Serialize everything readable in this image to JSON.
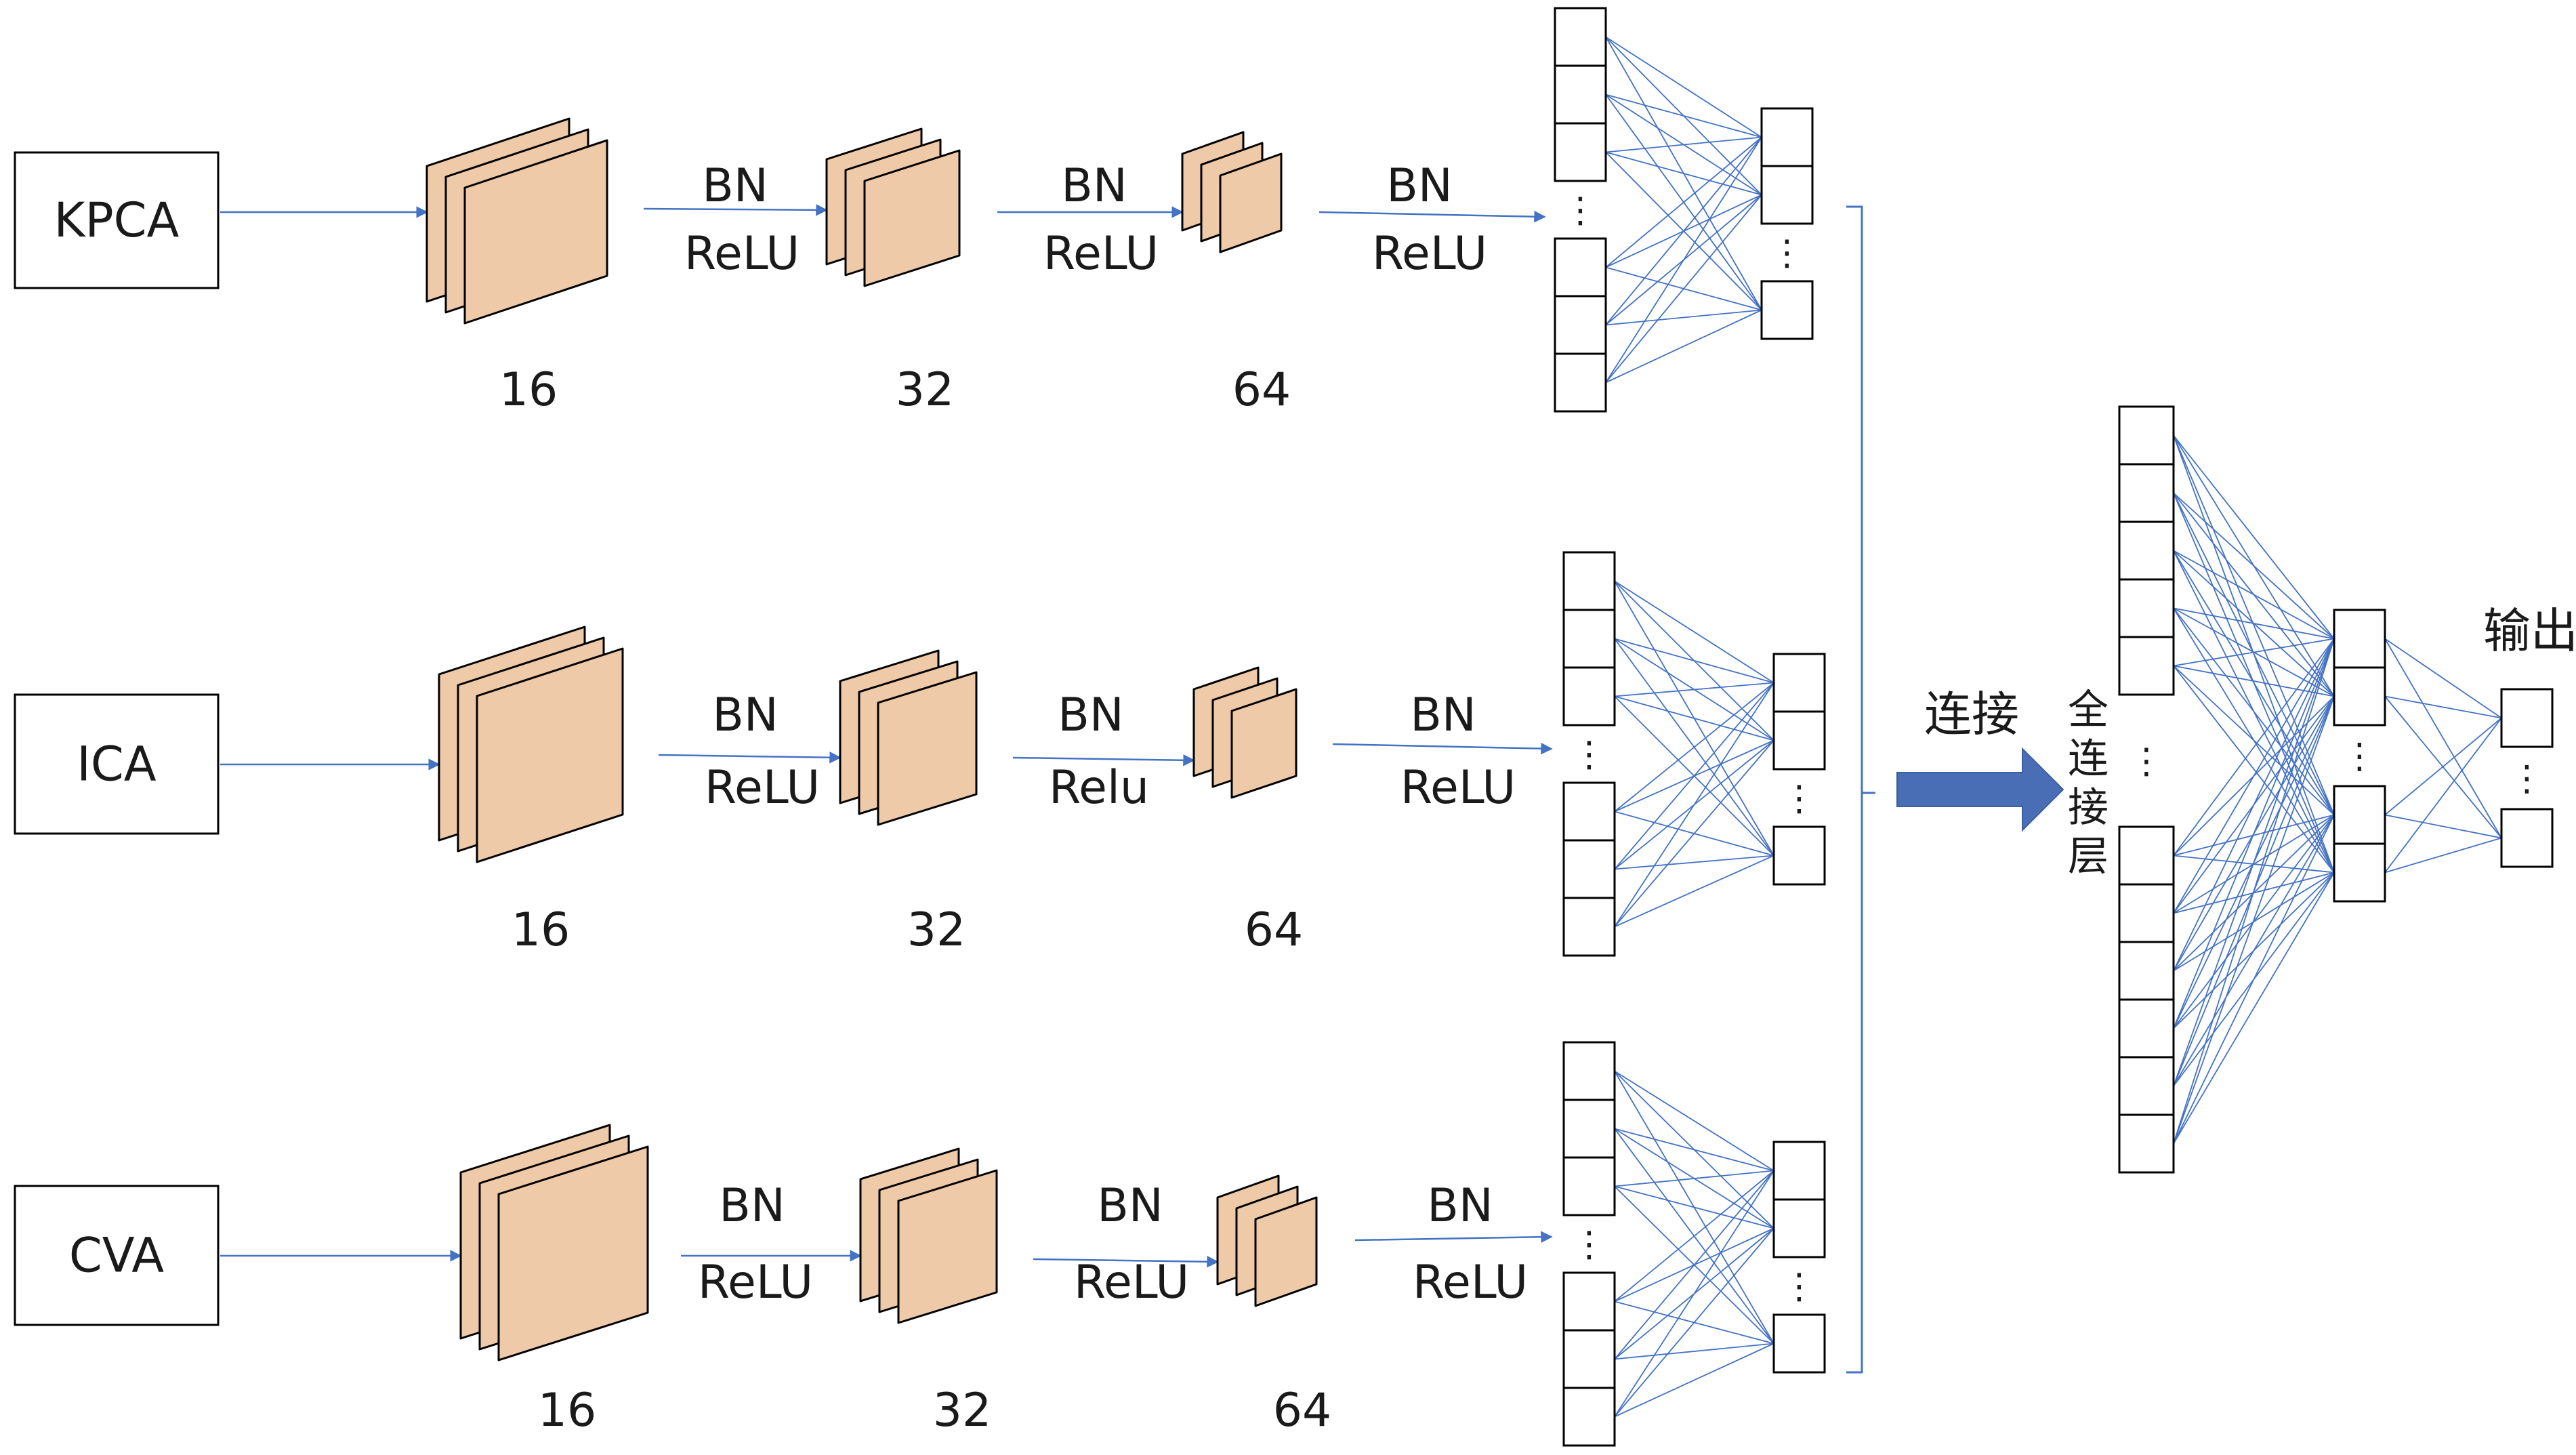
{
  "colors": {
    "feature_map_fill": "#efcaa8",
    "stroke": "#000000",
    "arrow_blue": "#4472c4",
    "connection_blue": "#4472c4",
    "big_arrow_fill": "#4a6eb5"
  },
  "branches": [
    {
      "input_label": "KPCA",
      "maps": [
        {
          "count": "16"
        },
        {
          "count": "32"
        },
        {
          "count": "64"
        }
      ],
      "ops": [
        {
          "bn": "BN",
          "act": "ReLU"
        },
        {
          "bn": "BN",
          "act": "ReLU"
        },
        {
          "bn": "BN",
          "act": "ReLU"
        }
      ]
    },
    {
      "input_label": "ICA",
      "maps": [
        {
          "count": "16"
        },
        {
          "count": "32"
        },
        {
          "count": "64"
        }
      ],
      "ops": [
        {
          "bn": "BN",
          "act": "ReLU"
        },
        {
          "bn": "BN",
          "act": "Relu"
        },
        {
          "bn": "BN",
          "act": "ReLU"
        }
      ]
    },
    {
      "input_label": "CVA",
      "maps": [
        {
          "count": "16"
        },
        {
          "count": "32"
        },
        {
          "count": "64"
        }
      ],
      "ops": [
        {
          "bn": "BN",
          "act": "ReLU"
        },
        {
          "bn": "BN",
          "act": "ReLU"
        },
        {
          "bn": "BN",
          "act": "ReLU"
        }
      ]
    }
  ],
  "merge": {
    "concat_label": "连接",
    "fc_label_chars": [
      "全",
      "连",
      "接",
      "层"
    ],
    "output_label": "输出"
  },
  "ellipsis": "⋮"
}
